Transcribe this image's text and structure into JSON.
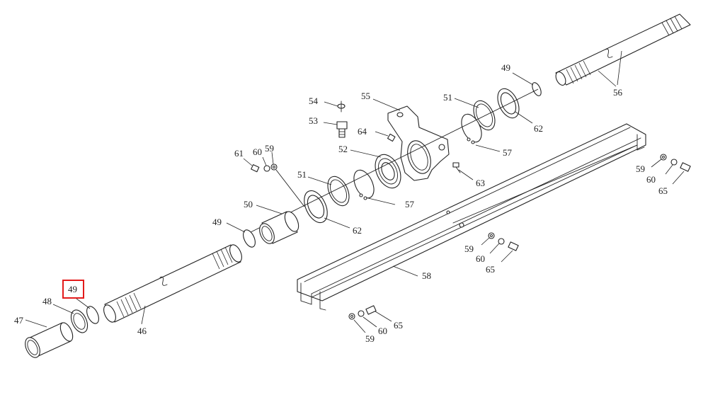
{
  "labels": {
    "l46": "46",
    "l47": "47",
    "l48": "48",
    "l49a": "49",
    "l49b": "49",
    "l49c": "49",
    "l50": "50",
    "l51a": "51",
    "l51b": "51",
    "l52": "52",
    "l53": "53",
    "l54": "54",
    "l55": "55",
    "l56": "56",
    "l57a": "57",
    "l57b": "57",
    "l58": "58",
    "l59a": "59",
    "l59b": "59",
    "l59c": "59",
    "l59d": "59",
    "l60a": "60",
    "l60b": "60",
    "l60c": "60",
    "l60d": "60",
    "l61": "61",
    "l62a": "62",
    "l62b": "62",
    "l63": "63",
    "l64": "64",
    "l65a": "65",
    "l65b": "65",
    "l65c": "65"
  },
  "highlight": {
    "label": "49",
    "color": "#e31b1b"
  }
}
